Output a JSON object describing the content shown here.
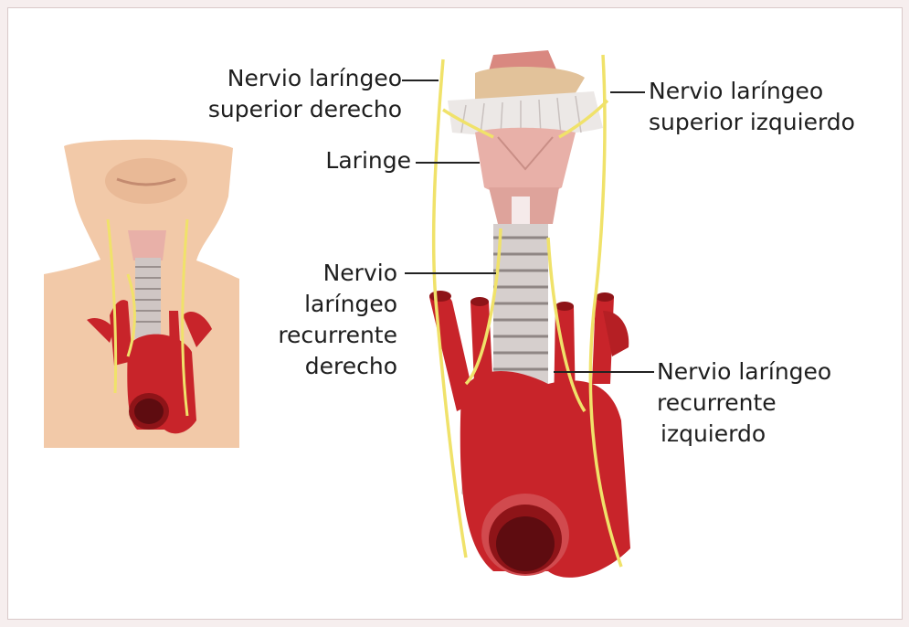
{
  "figure": {
    "labels": {
      "sup_right": [
        "Nervio laríngeo",
        "superior derecho"
      ],
      "larynx": "Laringe",
      "rec_right": [
        "Nervio",
        "laríngeo",
        "recurrente",
        "derecho"
      ],
      "sup_left": [
        "Nervio laríngeo",
        "superior izquierdo"
      ],
      "rec_left": [
        "Nervio laríngeo",
        "recurrente",
        "izquierdo"
      ]
    }
  },
  "colors": {
    "nerve": "#f0e26a",
    "artery": "#c8242a",
    "artery_dark": "#8e1418",
    "skin": "#f2c9a8",
    "cartilage": "#e8b0a8",
    "trachea": "#cfc6c4"
  }
}
